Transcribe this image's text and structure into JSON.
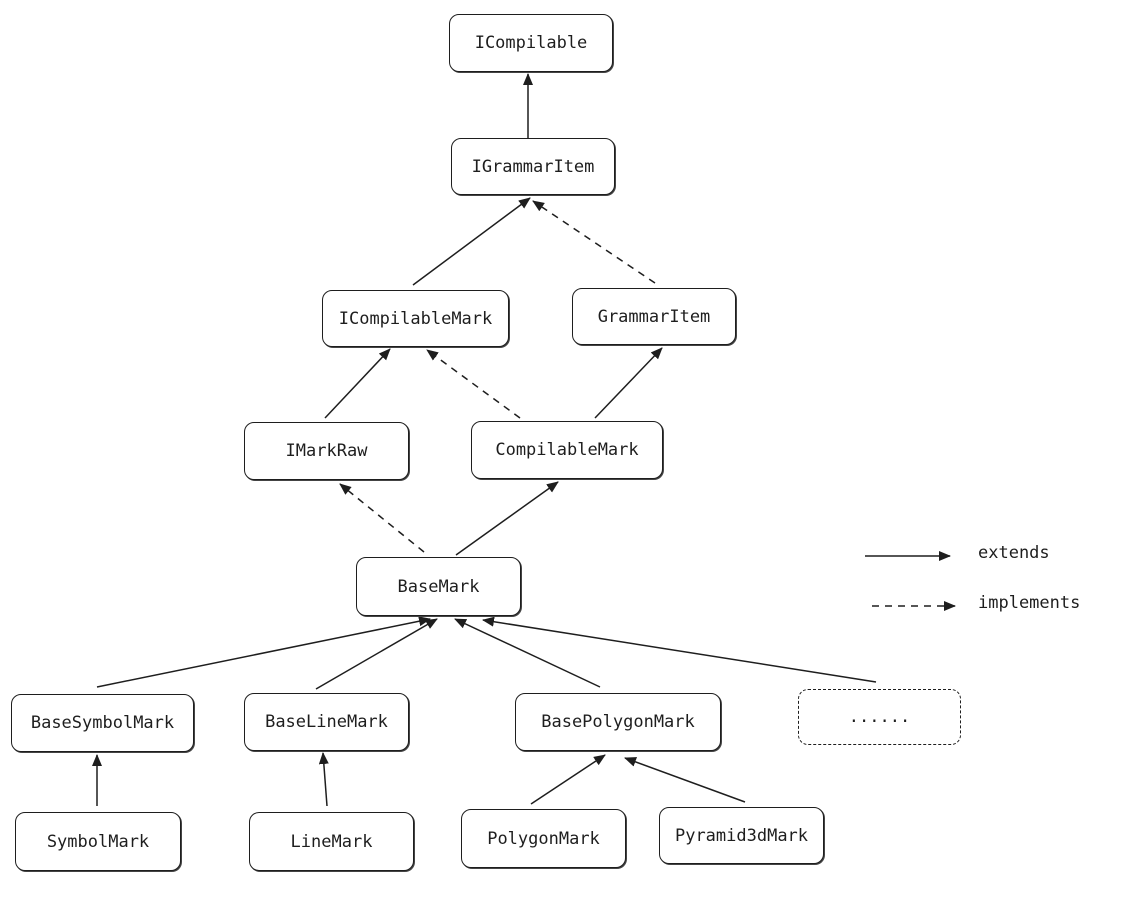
{
  "nodes": {
    "icompilable": "ICompilable",
    "igrammar_item": "IGrammarItem",
    "icompilable_mark": "ICompilableMark",
    "grammar_item": "GrammarItem",
    "imark_raw": "IMarkRaw",
    "compilable_mark": "CompilableMark",
    "base_mark": "BaseMark",
    "base_symbol_mark": "BaseSymbolMark",
    "base_line_mark": "BaseLineMark",
    "base_polygon_mark": "BasePolygonMark",
    "more": "......",
    "symbol_mark": "SymbolMark",
    "line_mark": "LineMark",
    "polygon_mark": "PolygonMark",
    "pyramid3d_mark": "Pyramid3dMark"
  },
  "legend": {
    "extends_label": "extends",
    "implements_label": "implements"
  },
  "relations": [
    {
      "from": "IGrammarItem",
      "to": "ICompilable",
      "type": "extends"
    },
    {
      "from": "ICompilableMark",
      "to": "IGrammarItem",
      "type": "extends"
    },
    {
      "from": "GrammarItem",
      "to": "IGrammarItem",
      "type": "implements"
    },
    {
      "from": "IMarkRaw",
      "to": "ICompilableMark",
      "type": "extends"
    },
    {
      "from": "CompilableMark",
      "to": "ICompilableMark",
      "type": "implements"
    },
    {
      "from": "CompilableMark",
      "to": "GrammarItem",
      "type": "extends"
    },
    {
      "from": "BaseMark",
      "to": "IMarkRaw",
      "type": "implements"
    },
    {
      "from": "BaseMark",
      "to": "CompilableMark",
      "type": "extends"
    },
    {
      "from": "BaseSymbolMark",
      "to": "BaseMark",
      "type": "extends"
    },
    {
      "from": "BaseLineMark",
      "to": "BaseMark",
      "type": "extends"
    },
    {
      "from": "BasePolygonMark",
      "to": "BaseMark",
      "type": "extends"
    },
    {
      "from": "......",
      "to": "BaseMark",
      "type": "extends"
    },
    {
      "from": "SymbolMark",
      "to": "BaseSymbolMark",
      "type": "extends"
    },
    {
      "from": "LineMark",
      "to": "BaseLineMark",
      "type": "extends"
    },
    {
      "from": "PolygonMark",
      "to": "BasePolygonMark",
      "type": "extends"
    },
    {
      "from": "Pyramid3dMark",
      "to": "BasePolygonMark",
      "type": "extends"
    }
  ]
}
